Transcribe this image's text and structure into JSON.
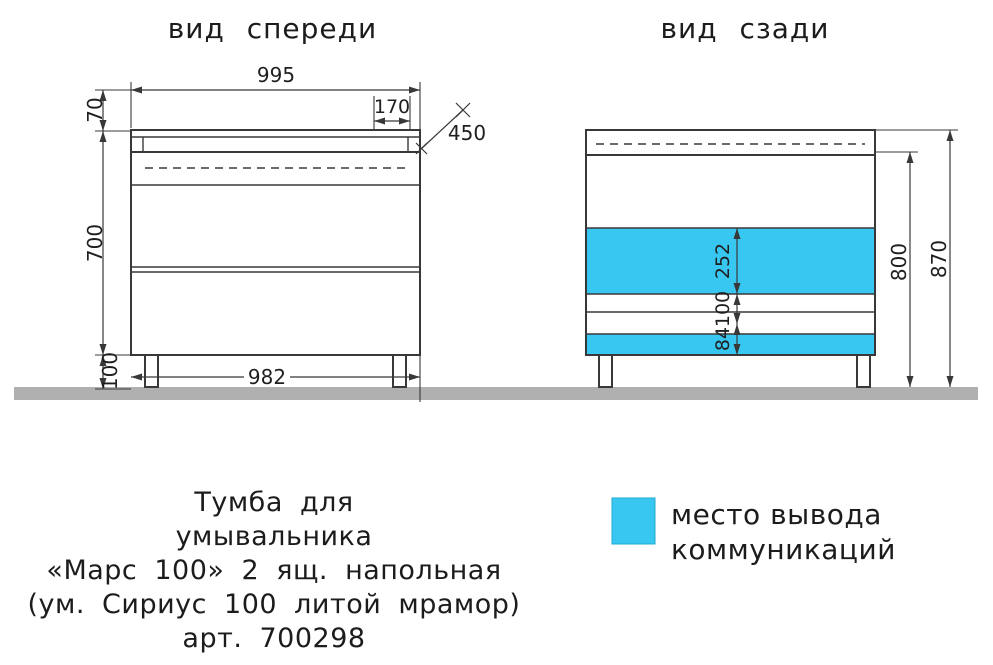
{
  "views": {
    "front_title": "вид спереди",
    "back_title": "вид сзади"
  },
  "dims_front": {
    "width_top": "995",
    "top_height": "70",
    "basin_offset": "170",
    "depth": "450",
    "body_height": "700",
    "leg_height": "100",
    "width_bottom": "982"
  },
  "dims_back": {
    "cutout_height": "252",
    "cutout_gap": "100",
    "cutout_lower": "84",
    "inner_height": "800",
    "total_height": "870"
  },
  "legend": {
    "line1": "место вывода",
    "line2": "коммуникаций"
  },
  "product": {
    "line1": "Тумба для",
    "line2": "умывальника",
    "line3": "«Марс 100» 2 ящ. напольная",
    "line4": "(ум. Сириус 100 литой мрамор)",
    "line5": "арт. 700298"
  },
  "colors": {
    "accent": "#38C7F0",
    "ground": "#B0B0B0",
    "line": "#383838"
  }
}
